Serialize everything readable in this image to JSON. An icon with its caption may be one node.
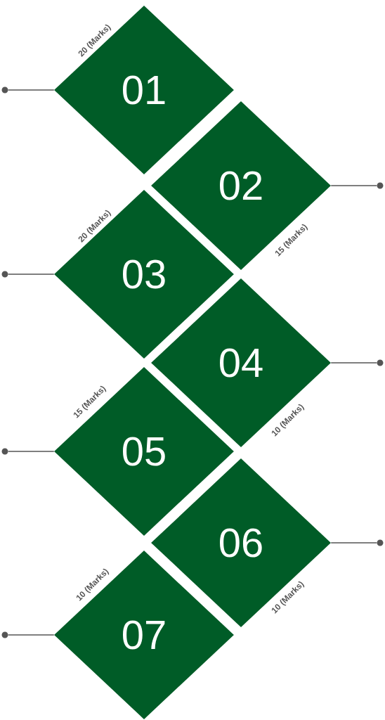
{
  "diagram": {
    "nodes": [
      {
        "text": [
          "01"
        ],
        "beside": [
          "20 (Marks)"
        ]
      },
      {
        "text": [
          "02"
        ],
        "beside": [
          "15 (Marks)"
        ]
      },
      {
        "text": [
          "03"
        ],
        "beside": [
          "20 (Marks)"
        ]
      },
      {
        "text": [
          "04"
        ],
        "beside": [
          "10 (Marks)"
        ]
      },
      {
        "text": [
          "05"
        ],
        "beside": [
          "15 (Marks)"
        ]
      },
      {
        "text": [
          "06"
        ],
        "beside": [
          "10 (Marks)"
        ]
      },
      {
        "text": [
          "07"
        ],
        "beside": [
          "10 (Marks)"
        ]
      },
      {
        "text": [],
        "shape": "circle"
      },
      {
        "text": [],
        "shape": "circle"
      },
      {
        "text": [],
        "shape": "circle"
      },
      {
        "text": [],
        "shape": "circle"
      },
      {
        "text": [],
        "shape": "circle"
      },
      {
        "text": [],
        "shape": "circle"
      },
      {
        "text": [],
        "shape": "circle"
      }
    ],
    "edges": [
      {
        "from": 0,
        "to": 7,
        "arrow": "none"
      },
      {
        "from": 1,
        "to": 8,
        "arrow": "none"
      },
      {
        "from": 2,
        "to": 9,
        "arrow": "none"
      },
      {
        "from": 3,
        "to": 10,
        "arrow": "none"
      },
      {
        "from": 4,
        "to": 11,
        "arrow": "none"
      },
      {
        "from": 5,
        "to": 12,
        "arrow": "none"
      },
      {
        "from": 6,
        "to": 13,
        "arrow": "none"
      }
    ]
  }
}
